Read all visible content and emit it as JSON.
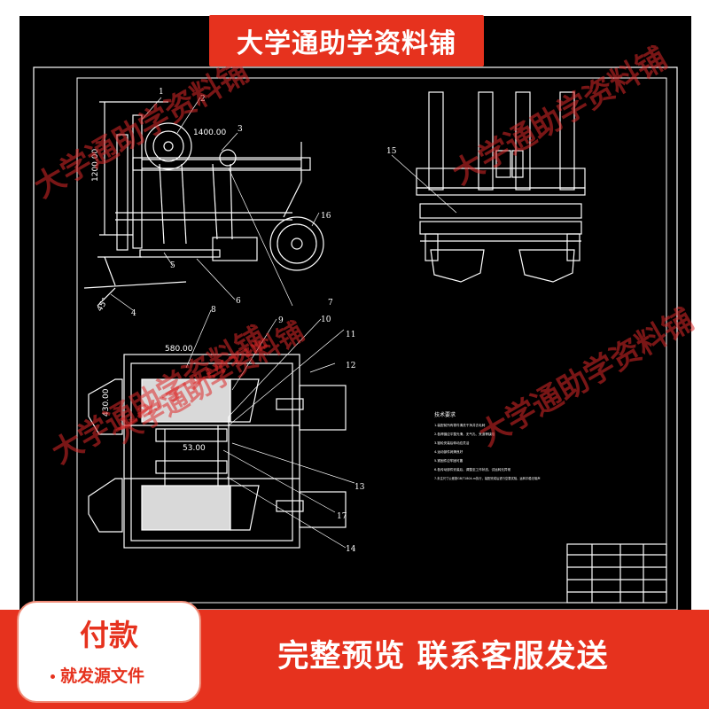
{
  "banner": {
    "title": "大学通助学资料铺"
  },
  "watermarks": [
    "大学通助学资料铺",
    "大学通助学资料铺",
    "大学通助学资料铺",
    "大学通助学资料铺",
    "大学通助学资料铺"
  ],
  "drawing": {
    "dimensions": {
      "width_top": "1400.00",
      "height_left": "1200.00",
      "width_plan": "580.00",
      "height_plan": "430.00",
      "mid_dim": "53.00",
      "angle": "45°"
    },
    "part_numbers": [
      "1",
      "2",
      "3",
      "4",
      "5",
      "6",
      "7",
      "8",
      "9",
      "10",
      "11",
      "12",
      "13",
      "14",
      "15",
      "16",
      "17"
    ],
    "notes": {
      "title": "技术要求",
      "lines": [
        "1.装配前所有零件清洗干净并去毛刺",
        "2.各焊缝应平整光滑，无气孔、夹渣等缺陷",
        "3.链轮安装后转动应灵活",
        "4.运动部件润滑良好",
        "5.紧固件应牢固可靠",
        "6.各传动部件安装后，调整至工作状态，试运转无异常",
        "7.未注尺寸公差按GB/T1804-m执行，装配完成后进行空载试验，运转平稳无噪声"
      ]
    }
  },
  "payment": {
    "title": "付款",
    "subtitle": "就发源文件"
  },
  "bottom": {
    "text": "完整预览  联系客服发送"
  },
  "colors": {
    "accent": "#e6321e",
    "drawing_bg": "#000000",
    "lines": "#ffffff"
  }
}
